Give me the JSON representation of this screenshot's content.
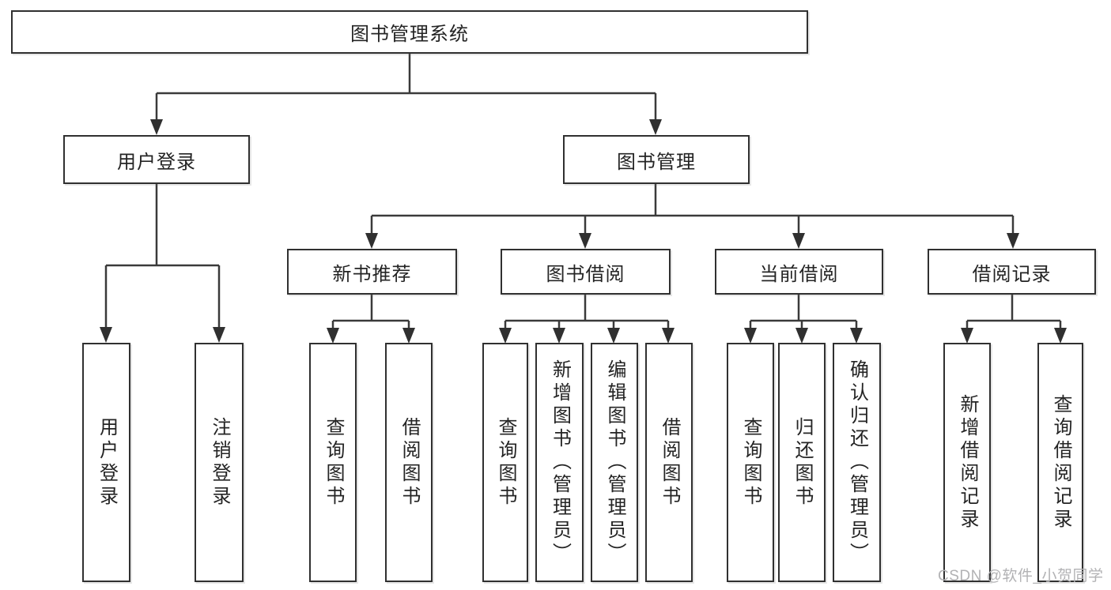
{
  "title": {
    "label": "图书管理系统"
  },
  "level2": [
    {
      "label": "用户登录"
    },
    {
      "label": "图书管理"
    }
  ],
  "level3": [
    {
      "label": "新书推荐"
    },
    {
      "label": "图书借阅"
    },
    {
      "label": "当前借阅"
    },
    {
      "label": "借阅记录"
    }
  ],
  "leaves": {
    "user": [
      {
        "label": "用户登录"
      },
      {
        "label": "注销登录"
      }
    ],
    "recommend": [
      {
        "label": "查询图书"
      },
      {
        "label": "借阅图书"
      }
    ],
    "borrow": [
      {
        "label": "查询图书"
      },
      {
        "label": "新增图书（管理员）"
      },
      {
        "label": "编辑图书（管理员）"
      },
      {
        "label": "借阅图书"
      }
    ],
    "current": [
      {
        "label": "查询图书"
      },
      {
        "label": "归还图书"
      },
      {
        "label": "确认归还（管理员）"
      }
    ],
    "records": [
      {
        "label": "新增借阅记录"
      },
      {
        "label": "查询借阅记录"
      }
    ]
  },
  "watermark": {
    "text": "CSDN @软件_小贺同学"
  },
  "colors": {
    "line": "#3a3a3a",
    "box_border": "#303030",
    "text": "#242424",
    "watermark": "#b2b2b4",
    "background": "#ffffff"
  }
}
